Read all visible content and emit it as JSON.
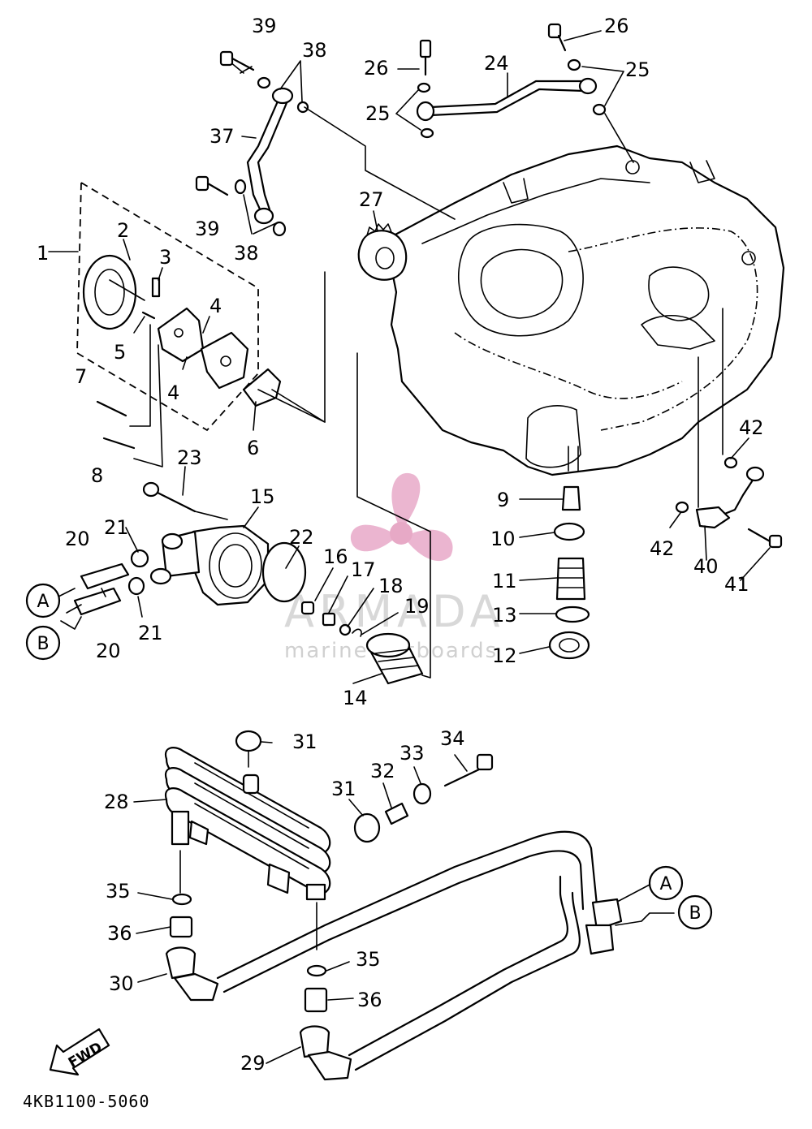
{
  "diagram": {
    "part_code": "4KB1100-5060",
    "fwd_label": "FWD",
    "connector_a": "A",
    "connector_b": "B",
    "callouts": {
      "c1": "1",
      "c2": "2",
      "c3": "3",
      "c4a": "4",
      "c4b": "4",
      "c5": "5",
      "c6": "6",
      "c7": "7",
      "c8": "8",
      "c9": "9",
      "c10": "10",
      "c11": "11",
      "c12": "12",
      "c13": "13",
      "c14": "14",
      "c15": "15",
      "c16": "16",
      "c17": "17",
      "c18": "18",
      "c19": "19",
      "c20a": "20",
      "c20b": "20",
      "c21a": "21",
      "c21b": "21",
      "c22": "22",
      "c23": "23",
      "c24": "24",
      "c25a": "25",
      "c25b": "25",
      "c26a": "26",
      "c26b": "26",
      "c27": "27",
      "c28": "28",
      "c29": "29",
      "c30": "30",
      "c31a": "31",
      "c31b": "31",
      "c32": "32",
      "c33": "33",
      "c34": "34",
      "c35a": "35",
      "c35b": "35",
      "c36a": "36",
      "c36b": "36",
      "c37": "37",
      "c38a": "38",
      "c38b": "38",
      "c39a": "39",
      "c39b": "39",
      "c40": "40",
      "c41": "41",
      "c42a": "42",
      "c42b": "42"
    }
  },
  "watermark": {
    "title": "ARMADA",
    "subtitle": "marine outboards",
    "color_pink": "#e8a9c8",
    "color_gray": "#d4d4d4"
  }
}
